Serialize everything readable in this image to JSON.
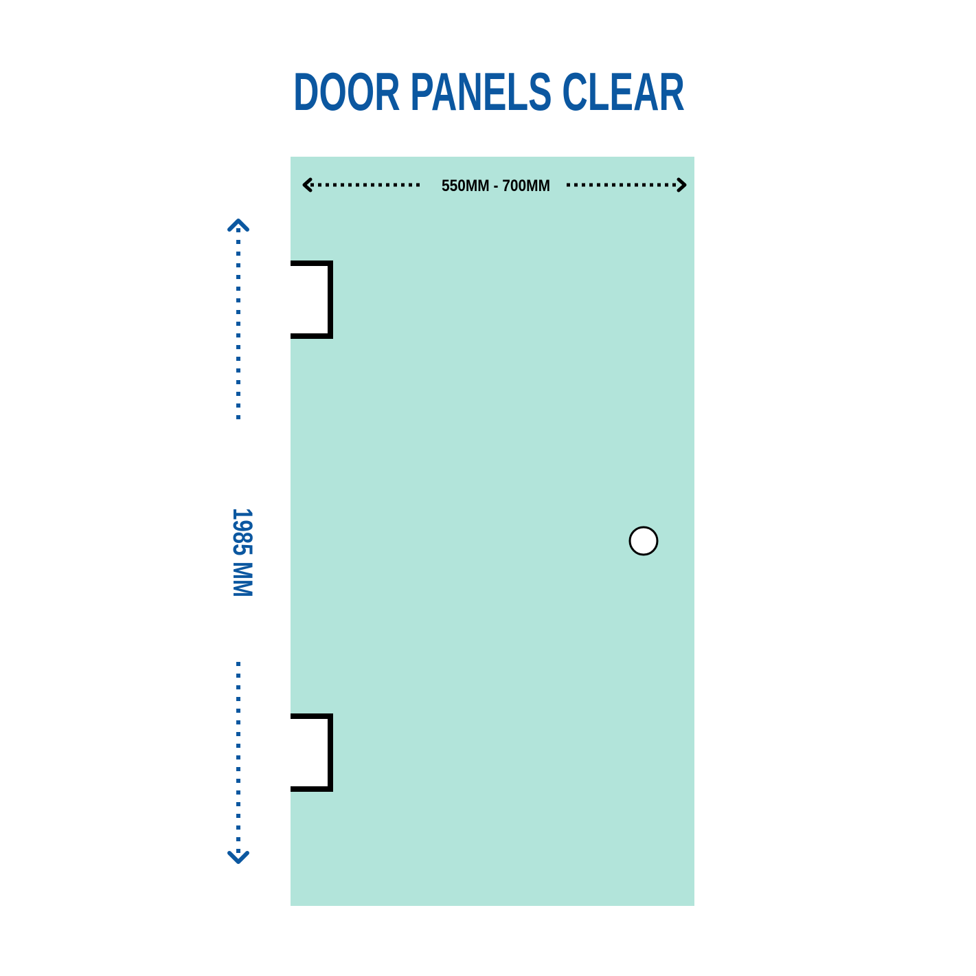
{
  "title": "DOOR PANELS CLEAR",
  "width_label": "550MM - 700MM",
  "height_label": "1985 MM",
  "colors": {
    "title": "#0B57A0",
    "panel": "#B2E4DA",
    "hinge": "#000000",
    "dimension_arrow": "#0B57A0"
  }
}
